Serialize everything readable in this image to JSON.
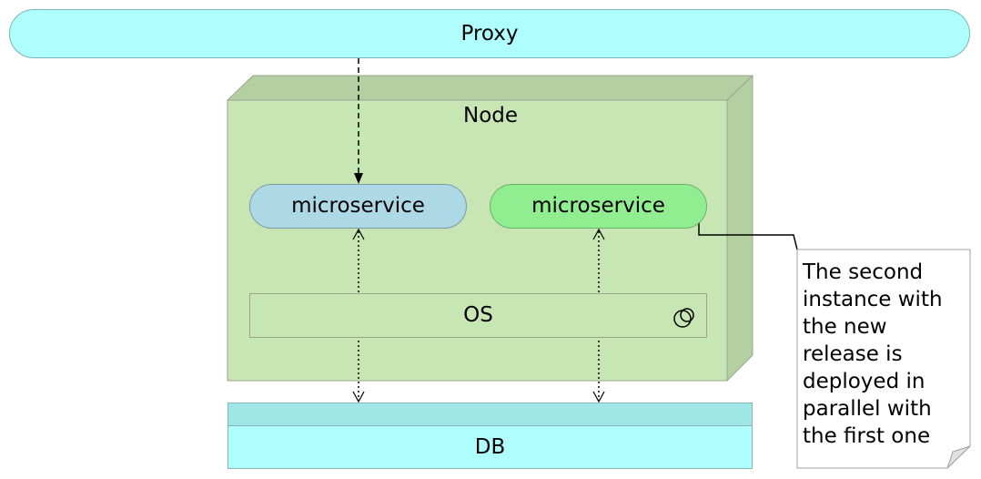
{
  "proxy": {
    "label": "Proxy"
  },
  "node": {
    "label": "Node"
  },
  "microservices": [
    {
      "label": "microservice",
      "color": "#add8e6"
    },
    {
      "label": "microservice",
      "color": "#90ee90"
    }
  ],
  "os": {
    "label": "OS",
    "icon": "process-icon"
  },
  "db": {
    "label": "DB"
  },
  "note": {
    "text": "The second\ninstance with\nthe new\nrelease is\ndeployed in\nparallel with\nthe first one"
  },
  "colors": {
    "proxy": "#b0ffff",
    "node": "#c8e6b4",
    "db": "#b0ffff"
  }
}
